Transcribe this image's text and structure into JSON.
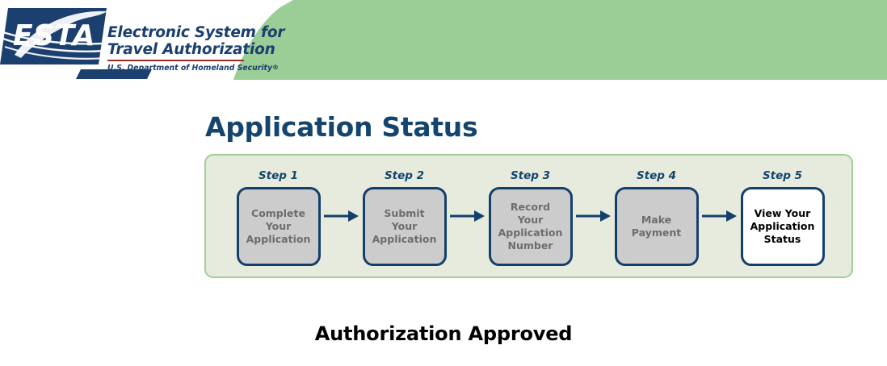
{
  "header": {
    "logo_name": "ESTA",
    "logo_wordmark": "ESTA",
    "brand_line1": "Electronic System for",
    "brand_line2": "Travel Authorization",
    "brand_agency": "U.S. Department of Homeland Security",
    "brand_registered": "®",
    "green_band_color": "#9bcd97",
    "navy_color": "#1b3f6e",
    "red_rule_color": "#9e2a2b"
  },
  "main": {
    "page_title": "Application Status",
    "status_message": "Authorization Approved",
    "panel": {
      "background_color": "#e7ebdd",
      "border_color": "#9fce9b"
    },
    "steps": [
      {
        "label": "Step 1",
        "text": "Complete\nYour\nApplication",
        "active": false
      },
      {
        "label": "Step 2",
        "text": "Submit\nYour\nApplication",
        "active": false
      },
      {
        "label": "Step 3",
        "text": "Record\nYour\nApplication\nNumber",
        "active": false
      },
      {
        "label": "Step 4",
        "text": "Make\nPayment",
        "active": false
      },
      {
        "label": "Step 5",
        "text": "View Your\nApplication\nStatus",
        "active": true
      }
    ],
    "step_box_inactive_fill": "#cccccc",
    "step_box_active_fill": "#ffffff",
    "step_box_border": "#133f6b",
    "step_text_inactive_color": "#6d6d6d",
    "step_text_active_color": "#000000",
    "arrow_color": "#133f6b"
  }
}
